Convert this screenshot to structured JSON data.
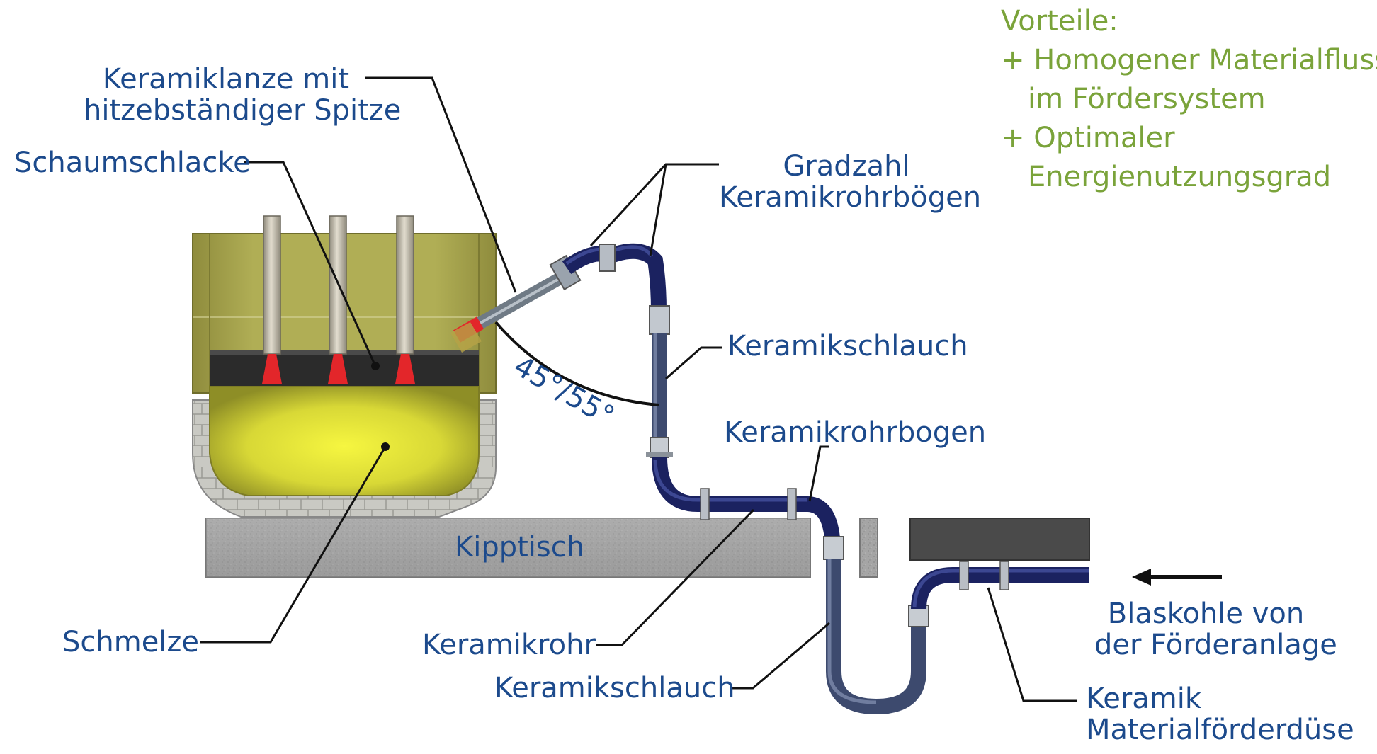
{
  "labels": {
    "lanze": [
      "Keramiklanze mit",
      "hitzebständiger Spitze"
    ],
    "schaumschlacke": "Schaumschlacke",
    "gradzahl": [
      "Gradzahl",
      "Keramikrohrbögen"
    ],
    "keramikschlauch_top": "Keramikschlauch",
    "keramikrohrbogen": "Keramikrohrbogen",
    "kipptisch": "Kipptisch",
    "schmelze": "Schmelze",
    "keramikrohr": "Keramikrohr",
    "keramikschlauch_bottom": "Keramikschlauch",
    "blaskohle": [
      "Blaskohle von",
      "der Förderanlage"
    ],
    "duese": [
      "Keramik",
      "Materialförderdüse"
    ],
    "angle": "45°/55°"
  },
  "advantages": {
    "title": "Vorteile:",
    "items": [
      [
        "Homogener Materialfluss",
        "im Fördersystem"
      ],
      [
        "Optimaler",
        "Energienutzungsgrad"
      ]
    ],
    "bullet": "+"
  },
  "colors": {
    "label_text": "#1c4a8c",
    "advantage_text": "#7aa33a",
    "pipe": "#1b2260",
    "hose": "#3d4a6e",
    "furnace_wall": "#a8a64e",
    "melt": "#e8e83a",
    "slag": "#2a2a2a",
    "table": "#9a9a9a",
    "electrode_tip": "#e02a2a"
  }
}
